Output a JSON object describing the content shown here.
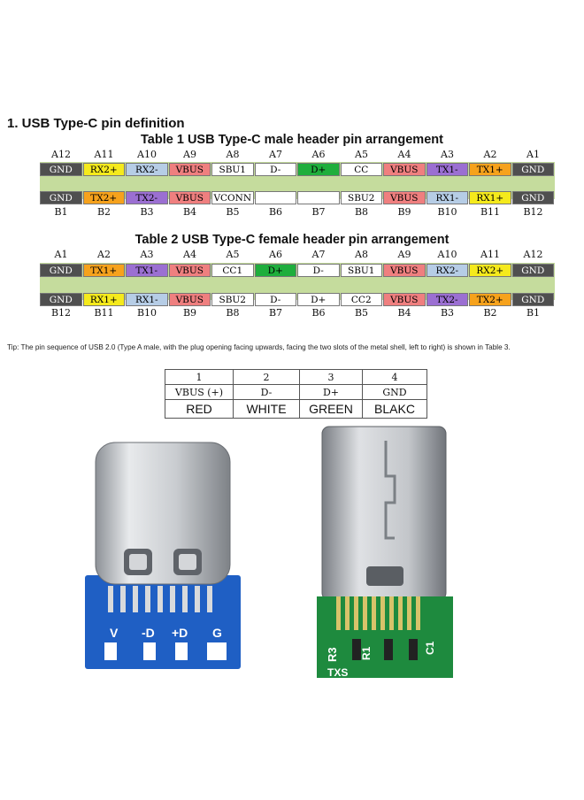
{
  "heading": "1. USB Type-C pin definition",
  "table1": {
    "title": "Table 1 USB Type-C male header pin arrangement",
    "top_labels": [
      "A12",
      "A11",
      "A10",
      "A9",
      "A8",
      "A7",
      "A6",
      "A5",
      "A4",
      "A3",
      "A2",
      "A1"
    ],
    "top_pins": [
      {
        "text": "GND",
        "color": "#4f4f4f",
        "fg": "#ffffff"
      },
      {
        "text": "RX2+",
        "color": "#f5ea1c",
        "fg": "#000000"
      },
      {
        "text": "RX2-",
        "color": "#b6cde6",
        "fg": "#000000"
      },
      {
        "text": "VBUS",
        "color": "#ef7f7f",
        "fg": "#000000"
      },
      {
        "text": "SBU1",
        "color": "#ffffff",
        "fg": "#000000"
      },
      {
        "text": "D-",
        "color": "#ffffff",
        "fg": "#000000"
      },
      {
        "text": "D+",
        "color": "#1fae3c",
        "fg": "#000000"
      },
      {
        "text": "CC",
        "color": "#ffffff",
        "fg": "#000000"
      },
      {
        "text": "VBUS",
        "color": "#ef7f7f",
        "fg": "#000000"
      },
      {
        "text": "TX1-",
        "color": "#9b6fd2",
        "fg": "#000000"
      },
      {
        "text": "TX1+",
        "color": "#f6a21c",
        "fg": "#000000"
      },
      {
        "text": "GND",
        "color": "#4f4f4f",
        "fg": "#ffffff"
      }
    ],
    "bottom_pins": [
      {
        "text": "GND",
        "color": "#4f4f4f",
        "fg": "#ffffff"
      },
      {
        "text": "TX2+",
        "color": "#f6a21c",
        "fg": "#000000"
      },
      {
        "text": "TX2-",
        "color": "#9b6fd2",
        "fg": "#000000"
      },
      {
        "text": "VBUS",
        "color": "#ef7f7f",
        "fg": "#000000"
      },
      {
        "text": "VCONN",
        "color": "#ffffff",
        "fg": "#000000"
      },
      {
        "text": "",
        "color": "#ffffff",
        "fg": "#000000"
      },
      {
        "text": "",
        "color": "#ffffff",
        "fg": "#000000"
      },
      {
        "text": "SBU2",
        "color": "#ffffff",
        "fg": "#000000"
      },
      {
        "text": "VBUS",
        "color": "#ef7f7f",
        "fg": "#000000"
      },
      {
        "text": "RX1-",
        "color": "#b6cde6",
        "fg": "#000000"
      },
      {
        "text": "RX1+",
        "color": "#f5ea1c",
        "fg": "#000000"
      },
      {
        "text": "GND",
        "color": "#4f4f4f",
        "fg": "#ffffff"
      }
    ],
    "bottom_labels": [
      "B1",
      "B2",
      "B3",
      "B4",
      "B5",
      "B6",
      "B7",
      "B8",
      "B9",
      "B10",
      "B11",
      "B12"
    ]
  },
  "table2": {
    "title": "Table 2 USB Type-C female header pin arrangement",
    "top_labels": [
      "A1",
      "A2",
      "A3",
      "A4",
      "A5",
      "A6",
      "A7",
      "A8",
      "A9",
      "A10",
      "A11",
      "A12"
    ],
    "top_pins": [
      {
        "text": "GND",
        "color": "#4f4f4f",
        "fg": "#ffffff"
      },
      {
        "text": "TX1+",
        "color": "#f6a21c",
        "fg": "#000000"
      },
      {
        "text": "TX1-",
        "color": "#9b6fd2",
        "fg": "#000000"
      },
      {
        "text": "VBUS",
        "color": "#ef7f7f",
        "fg": "#000000"
      },
      {
        "text": "CC1",
        "color": "#ffffff",
        "fg": "#000000"
      },
      {
        "text": "D+",
        "color": "#1fae3c",
        "fg": "#000000"
      },
      {
        "text": "D-",
        "color": "#ffffff",
        "fg": "#000000"
      },
      {
        "text": "SBU1",
        "color": "#ffffff",
        "fg": "#000000"
      },
      {
        "text": "VBUS",
        "color": "#ef7f7f",
        "fg": "#000000"
      },
      {
        "text": "RX2-",
        "color": "#b6cde6",
        "fg": "#000000"
      },
      {
        "text": "RX2+",
        "color": "#f5ea1c",
        "fg": "#000000"
      },
      {
        "text": "GND",
        "color": "#4f4f4f",
        "fg": "#ffffff"
      }
    ],
    "bottom_pins": [
      {
        "text": "GND",
        "color": "#4f4f4f",
        "fg": "#ffffff"
      },
      {
        "text": "RX1+",
        "color": "#f5ea1c",
        "fg": "#000000"
      },
      {
        "text": "RX1-",
        "color": "#b6cde6",
        "fg": "#000000"
      },
      {
        "text": "VBUS",
        "color": "#ef7f7f",
        "fg": "#000000"
      },
      {
        "text": "SBU2",
        "color": "#ffffff",
        "fg": "#000000"
      },
      {
        "text": "D-",
        "color": "#ffffff",
        "fg": "#000000"
      },
      {
        "text": "D+",
        "color": "#ffffff",
        "fg": "#000000"
      },
      {
        "text": "CC2",
        "color": "#ffffff",
        "fg": "#000000"
      },
      {
        "text": "VBUS",
        "color": "#ef7f7f",
        "fg": "#000000"
      },
      {
        "text": "TX2-",
        "color": "#9b6fd2",
        "fg": "#000000"
      },
      {
        "text": "TX2+",
        "color": "#f6a21c",
        "fg": "#000000"
      },
      {
        "text": "GND",
        "color": "#4f4f4f",
        "fg": "#ffffff"
      }
    ],
    "bottom_labels": [
      "B12",
      "B11",
      "B10",
      "B9",
      "B8",
      "B7",
      "B6",
      "B5",
      "B4",
      "B3",
      "B2",
      "B1"
    ]
  },
  "tip": "Tip: The pin sequence of USB 2.0 (Type A male, with the plug opening facing upwards, facing the two slots of the metal shell, left to right) is shown in Table 3.",
  "table3": {
    "numbers": [
      "1",
      "2",
      "3",
      "4"
    ],
    "signals": [
      "VBUS (+)",
      "D-",
      "D+",
      "GND"
    ],
    "colors": [
      "RED",
      "WHITE",
      "GREEN",
      "BLAKC"
    ]
  },
  "board_left": {
    "labels": [
      "V",
      "-D",
      "+D",
      "G"
    ],
    "pcb_color": "#1f5fc4"
  },
  "board_right": {
    "labels": [
      "R3",
      "R1",
      "C1",
      "TXS"
    ],
    "pcb_color": "#1e8a3e"
  }
}
